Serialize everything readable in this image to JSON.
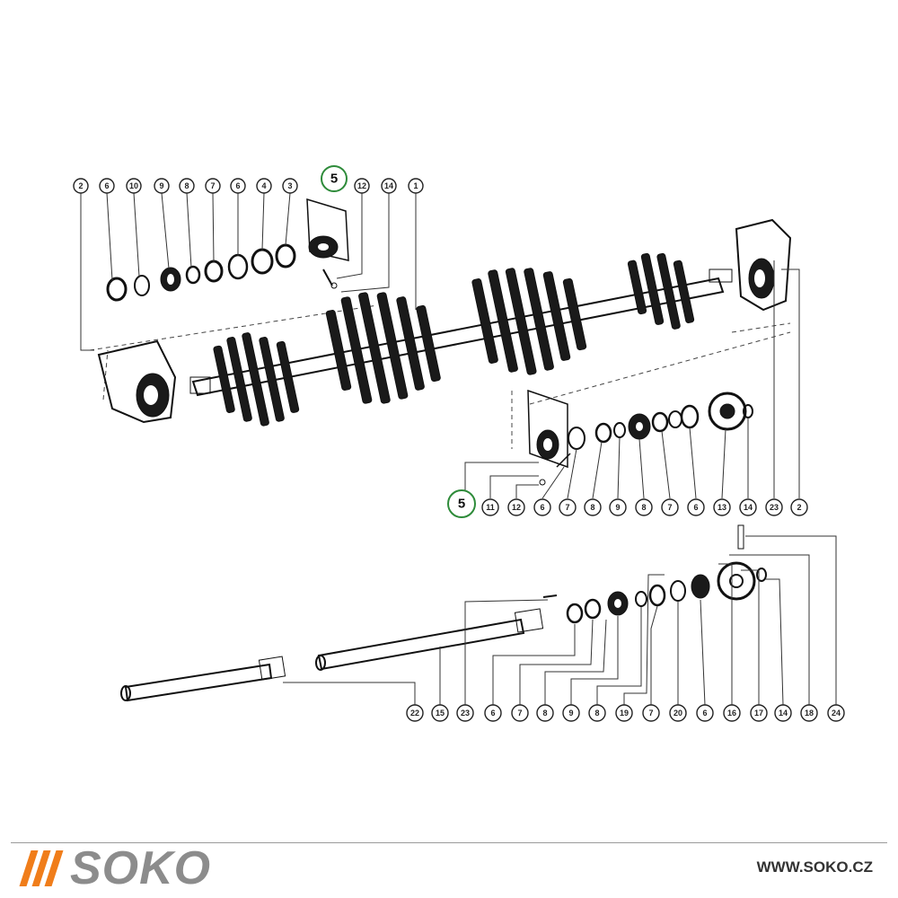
{
  "colors": {
    "brand_orange": "#f07d1a",
    "brand_gray": "#8c8c8c",
    "highlight_green": "#2e8b3a",
    "line": "#1a1a1a"
  },
  "highlight_label": "5",
  "callouts": {
    "top": [
      "2",
      "6",
      "10",
      "9",
      "8",
      "7",
      "6",
      "4",
      "3",
      "12",
      "14",
      "1"
    ],
    "right_group": [
      "11",
      "12",
      "6",
      "7",
      "8",
      "9",
      "8",
      "7",
      "6",
      "13",
      "14",
      "23",
      "2"
    ],
    "bottom": [
      "22",
      "15",
      "23",
      "6",
      "7",
      "8",
      "9",
      "8",
      "19",
      "7",
      "20",
      "6",
      "16",
      "17",
      "14",
      "18",
      "24"
    ]
  },
  "footer": {
    "brand_name": "SOKO",
    "brand_mark": "bars-logo",
    "url": "WWW.SOKO.CZ"
  }
}
